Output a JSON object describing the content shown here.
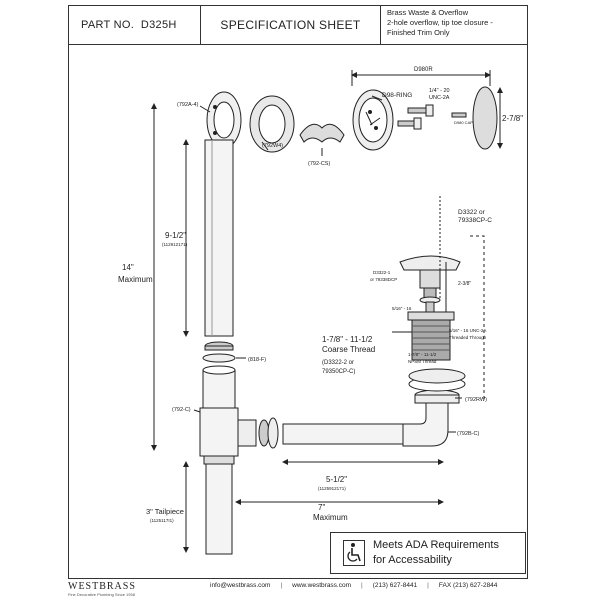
{
  "header": {
    "part_no_label": "PART NO.",
    "part_no_value": "D325H",
    "title": "SPECIFICATION SHEET",
    "description_lines": [
      "Brass Waste & Overflow",
      "2-hole overflow, tip toe closure -",
      "Finished Trim Only"
    ]
  },
  "labels": {
    "d980r": "D980R",
    "d98ring": "D98-RING",
    "thread_top_1": "1/4\" - 20",
    "thread_top_2": "UNC-2A",
    "dim_278": "2-7/8\"",
    "small_part": "D980 CAP",
    "p7924": "(792A-4)",
    "p792w4": "(792W4)",
    "p792cs": "(792-CS)",
    "d3322_1": "D3322 or",
    "d3322_2": "79338CP-C",
    "d3322_1a": "D3322-1",
    "d3322_1b": "or 79338DCP",
    "dim_238": "2-3/8\"",
    "thread_516a": "5/16\" - 16",
    "thread_516b": "5/16\" - 16 UNC-2A",
    "thread_516c": "Threaded Through",
    "nps_1": "1-7/8\" - 11-1/2",
    "nps_2": "NPSM Thread",
    "coarse_1": "1-7/8\" - 11-1/2",
    "coarse_2": "Coarse Thread",
    "coarse_3": "(D3322-2 or",
    "coarse_4": "79350CP-C)",
    "dim_912": "9-1/2\"",
    "dim_912_sub": "(112912171)",
    "dim_14": "14\"",
    "maximum": "Maximum",
    "p818f": "(818-F)",
    "p792c": "(792-C)",
    "p792rw": "(792RW)",
    "p7928c": "(792B-C)",
    "dim_512": "5-1/2\"",
    "dim_512_sub": "(1125912171)",
    "dim_7": "7\"",
    "maximum2": "Maximum",
    "tailpiece_1": "3\" Tailpiece",
    "tailpiece_2": "(1125117I1)"
  },
  "ada": {
    "line1": "Meets  ADA Requirements",
    "line2": "for Accessability",
    "icon": "wheelchair-icon"
  },
  "footer": {
    "brand": "WESTBRASS",
    "tagline": "Fine Decorative Plumbing Since 1958",
    "email": "info@westbrass.com",
    "website": "www.westbrass.com",
    "phone": "(213) 627-8441",
    "fax": "FAX (213) 627-2844"
  }
}
